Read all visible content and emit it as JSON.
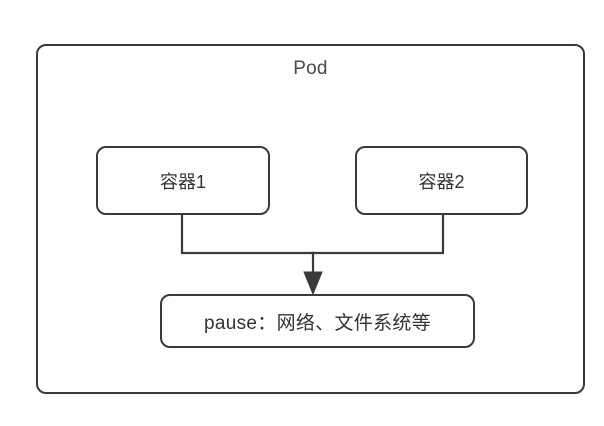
{
  "diagram": {
    "title": "Pod",
    "background_color": "#ffffff",
    "stroke_color": "#3a3a3a",
    "text_color": "#333333",
    "title_color": "#4a4a4a",
    "outer_box": {
      "label": "Pod",
      "name": "pod"
    },
    "nodes": [
      {
        "id": "container1",
        "label": "容器1",
        "name": "container-1"
      },
      {
        "id": "container2",
        "label": "容器2",
        "name": "container-2"
      },
      {
        "id": "pause",
        "label": "pause：网络、文件系统等",
        "name": "pause-container"
      }
    ],
    "edges": [
      {
        "id": "edge-container1-to-pause",
        "from": "container1",
        "to": "pause",
        "arrow": "down",
        "style": "orthogonal"
      },
      {
        "id": "edge-container2-to-pause",
        "from": "container2",
        "to": "pause",
        "arrow": "down",
        "style": "orthogonal"
      }
    ]
  }
}
